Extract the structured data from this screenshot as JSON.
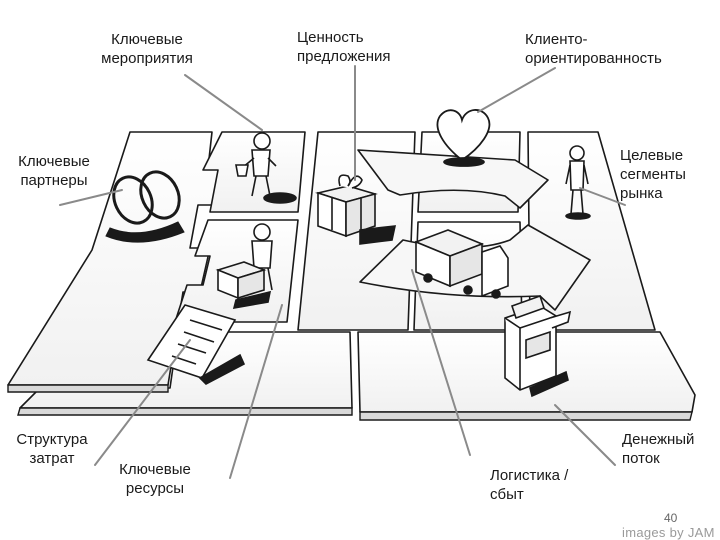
{
  "labels": {
    "key_activities": [
      "Ключевые",
      "мероприятия"
    ],
    "value_proposition": [
      "Ценность",
      "предложения"
    ],
    "customer_relationships": [
      "Клиенто-",
      "ориентированность"
    ],
    "key_partners": [
      "Ключевые",
      "партнеры"
    ],
    "customer_segments": [
      "Целевые",
      "сегменты",
      "рынка"
    ],
    "cost_structure": [
      "Структура",
      "затрат"
    ],
    "key_resources": [
      "Ключевые",
      "ресурсы"
    ],
    "channels": [
      "Логистика /",
      "сбыт"
    ],
    "revenue_streams": [
      "Денежный",
      "поток"
    ]
  },
  "page_number": "40",
  "credit": "images by JAM",
  "icons": [
    "person-watering-icon",
    "gift-box-icon",
    "heart-icon",
    "person-standing-icon",
    "linked-rings-icon",
    "person-with-box-icon",
    "delivery-truck-icon",
    "document-icon",
    "cash-register-icon"
  ],
  "colors": {
    "ink": "#1a1a1a",
    "line": "#8a8a8a",
    "panel": "#ffffff",
    "panel_shade": "#e9e9e9"
  }
}
